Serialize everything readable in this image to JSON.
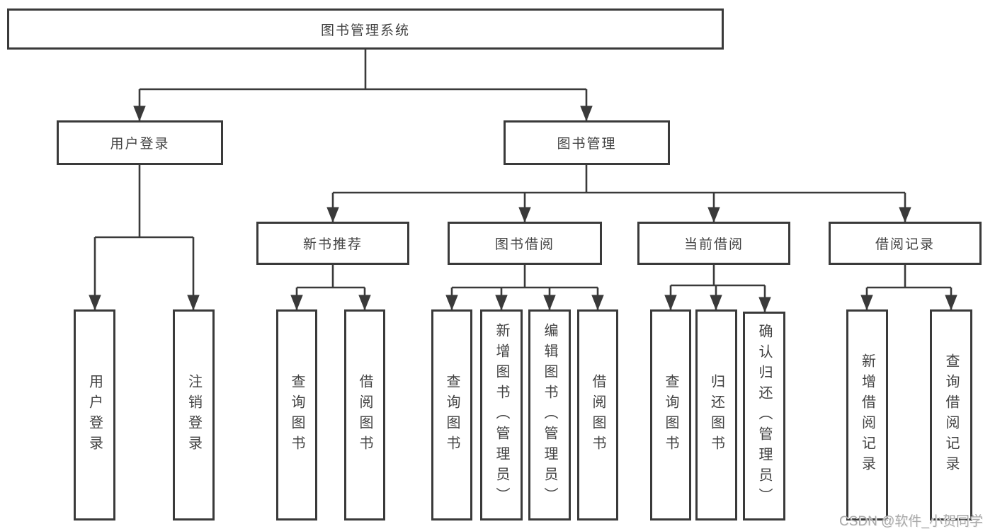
{
  "diagram": {
    "root": {
      "label": "图书管理系统"
    },
    "level2": {
      "userLogin": "用户登录",
      "bookManagement": "图书管理"
    },
    "level3": {
      "newBookRecommend": "新书推荐",
      "bookBorrow": "图书借阅",
      "currentBorrow": "当前借阅",
      "borrowRecords": "借阅记录"
    },
    "leaves": {
      "userLogin": "用户登录",
      "logoutLogin": "注销登录",
      "nbQueryBooks": "查询图书",
      "nbBorrowBooks": "借阅图书",
      "bbQueryBooks": "查询图书",
      "bbAddBooks": "新增图书（管理员）",
      "bbEditBooks": "编辑图书（管理员）",
      "bbBorrowBooks": "借阅图书",
      "cbQueryBooks": "查询图书",
      "cbReturnBooks": "归还图书",
      "cbConfirmReturn": "确认归还（管理员）",
      "brAddRecord": "新增借阅记录",
      "brQueryRecord": "查询借阅记录"
    }
  },
  "watermark": "CSDN @软件_小贺同学",
  "colors": {
    "line": "#3a3a3a",
    "text": "#424242",
    "watermark": "#a9a9a9"
  }
}
